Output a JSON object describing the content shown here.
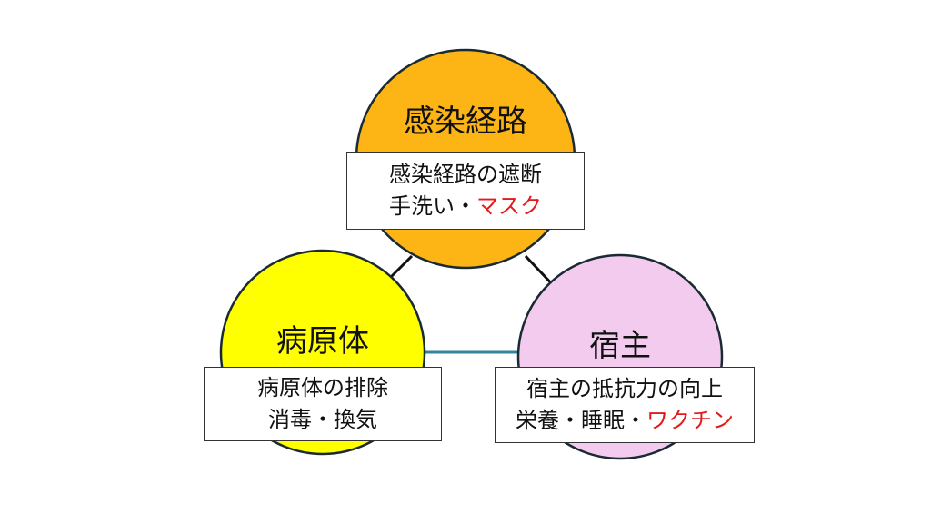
{
  "colors": {
    "route": "#FDB515",
    "pathogen": "#FFFF00",
    "host": "#F2CBEF",
    "link": "#31849B",
    "accent_red": "#E31B1B"
  },
  "nodes": {
    "route": {
      "title": "感染経路",
      "line1": "感染経路の遮断",
      "line2_plain": "手洗い・",
      "line2_red": "マスク"
    },
    "pathogen": {
      "title": "病原体",
      "line1": "病原体の排除",
      "line2_plain": "消毒・換気",
      "line2_red": ""
    },
    "host": {
      "title": "宿主",
      "line1": "宿主の抵抗力の向上",
      "line2_plain": "栄養・睡眠・",
      "line2_red": "ワクチン"
    }
  }
}
